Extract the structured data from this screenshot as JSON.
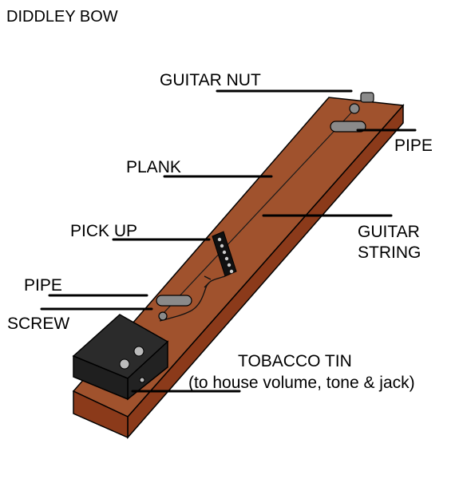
{
  "title": "DIDDLEY BOW",
  "labels": {
    "guitar_nut": "GUITAR NUT",
    "pipe_top": "PIPE",
    "plank": "PLANK",
    "pick_up": "PICK UP",
    "guitar_string_1": "GUITAR",
    "guitar_string_2": "STRING",
    "pipe_bottom": "PIPE",
    "screw": "SCREW",
    "tobacco_tin_1": "TOBACCO TIN",
    "tobacco_tin_2": "(to house volume, tone & jack)"
  },
  "colors": {
    "plank_top": "#A0522D",
    "plank_side": "#8B3A1A",
    "tin": "#262626",
    "pipe": "#808080",
    "pickup": "#111111",
    "string": "#1a1a1a"
  },
  "icons": [
    "guitar-nut-icon",
    "pipe-icon",
    "pickup-icon",
    "screw-icon",
    "tobacco-tin-icon",
    "knob-icon"
  ]
}
